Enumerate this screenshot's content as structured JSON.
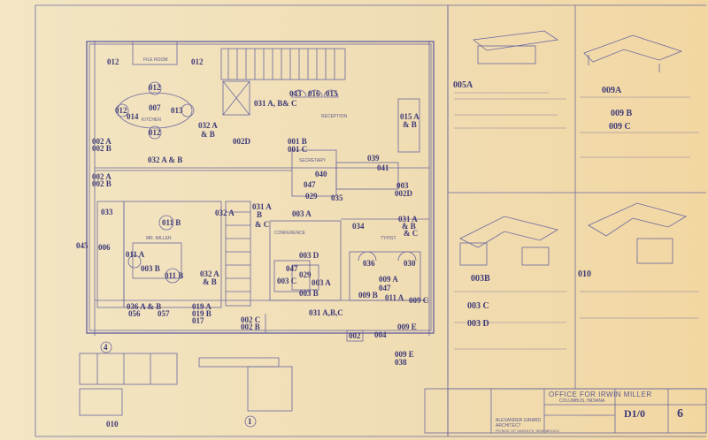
{
  "plan_labels": {
    "l012a": "012",
    "l012b": "012",
    "l012c": "012",
    "l012d": "012",
    "l012e": "012",
    "l007": "007",
    "l013": "013",
    "l014": "014",
    "l032": "032 A",
    "l032b": "& B",
    "l002a1": "002 A",
    "l002a2": "002 B",
    "l002d": "002D",
    "l031abc": "031 A, B& C",
    "l043": "043",
    "l016": "016",
    "l015": "015",
    "l001b": "001 B",
    "l001c": "001 C",
    "l015a": "015 A",
    "l015b": "& B",
    "l039": "039",
    "l032ab": "032 A & B",
    "l002a3": "002 A",
    "l002b3": "002 B",
    "l040": "040",
    "l047": "047",
    "l029": "029",
    "l035": "035",
    "l041": "041",
    "l003": "003",
    "l002d2": "002D",
    "l033": "033",
    "l011b": "011 B",
    "l011b2": "011 B",
    "l011a": "011 A",
    "l006": "006",
    "l045": "045",
    "l003b": "003 B",
    "l032a2": "032 A",
    "l032a2b": "& B",
    "l031abc2": "031 A",
    "l031b2": "B",
    "l031c2": "& C",
    "l003a": "003 A",
    "l034": "034",
    "l003d": "003 D",
    "l047b": "047",
    "l003c": "003 C",
    "l029b": "029",
    "l003a2": "003 A",
    "l003b2": "003 B",
    "l036": "036",
    "l030": "030",
    "l009a": "009 A",
    "l047c": "047",
    "l009b": "009 B",
    "l011a2": "011 A",
    "l009c": "009 C",
    "l036ab": "036 A & B",
    "l056": "056",
    "l057": "057",
    "l019a": "019 A",
    "l019b": "019 B",
    "l017": "017",
    "l002c": "002 C",
    "l002b4": "002 B",
    "l031abc3": "031 A,B,C",
    "l002": "002",
    "l004": "004",
    "l009e": "009 E",
    "l031a4": "031 A",
    "l031b4": "& B",
    "l031c4": "& C",
    "l009e2": "009 E",
    "l038": "038",
    "l4": "4",
    "l1": "1",
    "l010": "010"
  },
  "room_labels": {
    "r_kitchen": "KITCHEN",
    "r_reception": "RECEPTION",
    "r_mr_miller": "MR. MILLER",
    "r_secretary": "SECRETARY",
    "r_typist": "TYPIST",
    "r_conference": "CONFERENCE",
    "r_file_room": "FILE ROOM"
  },
  "right_panels": {
    "p005a": "005A",
    "p009a": "009A",
    "p009b": "009 B",
    "p009c": "009 C",
    "p003b": "003B",
    "p003c": "003 C",
    "p003d": "003 D",
    "p010": "010"
  },
  "title_block": {
    "title": "OFFICE FOR IRWIN MILLER",
    "subtitle": "COLUMBUS, INDIANA",
    "architect": "ALEXANDER GIRARD",
    "architect2": "ARCHITECT",
    "address": "PO BOX 727   SANTA FE, NEW MEXICO",
    "sheet": "D1/0",
    "sheet_no": "6"
  }
}
